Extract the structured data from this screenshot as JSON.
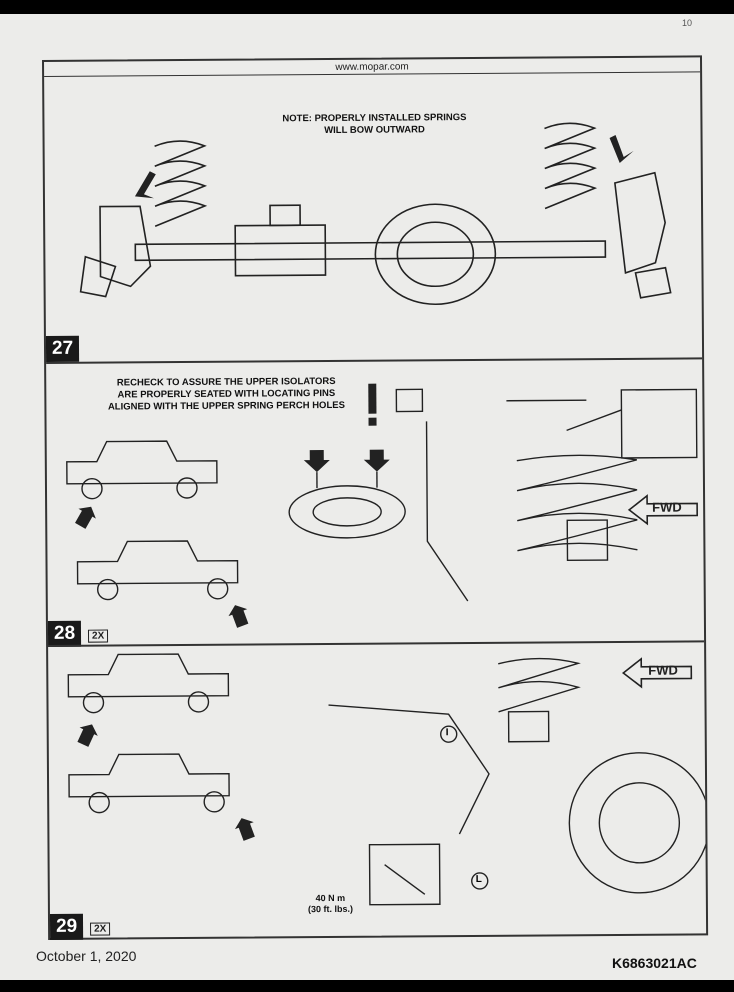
{
  "page_number": "10",
  "url": "www.mopar.com",
  "steps": [
    {
      "number": "27",
      "note_line1": "NOTE: PROPERLY INSTALLED SPRINGS",
      "note_line2": "WILL BOW OUTWARD"
    },
    {
      "number": "28",
      "multiplier": "2X",
      "note_line1": "RECHECK TO ASSURE THE UPPER ISOLATORS",
      "note_line2": "ARE PROPERLY SEATED WITH LOCATING PINS",
      "note_line3": "ALIGNED WITH THE UPPER SPRING PERCH HOLES",
      "direction": "FWD"
    },
    {
      "number": "29",
      "multiplier": "2X",
      "direction": "FWD",
      "torque_nm": "40 N m",
      "torque_ftlbs": "(30 ft. lbs.)",
      "callout_upper": "I",
      "callout_lower": "L"
    }
  ],
  "footer": {
    "date": "October 1, 2020",
    "code": "K6863021AC"
  },
  "colors": {
    "ink": "#222222",
    "paper": "#ececea"
  }
}
